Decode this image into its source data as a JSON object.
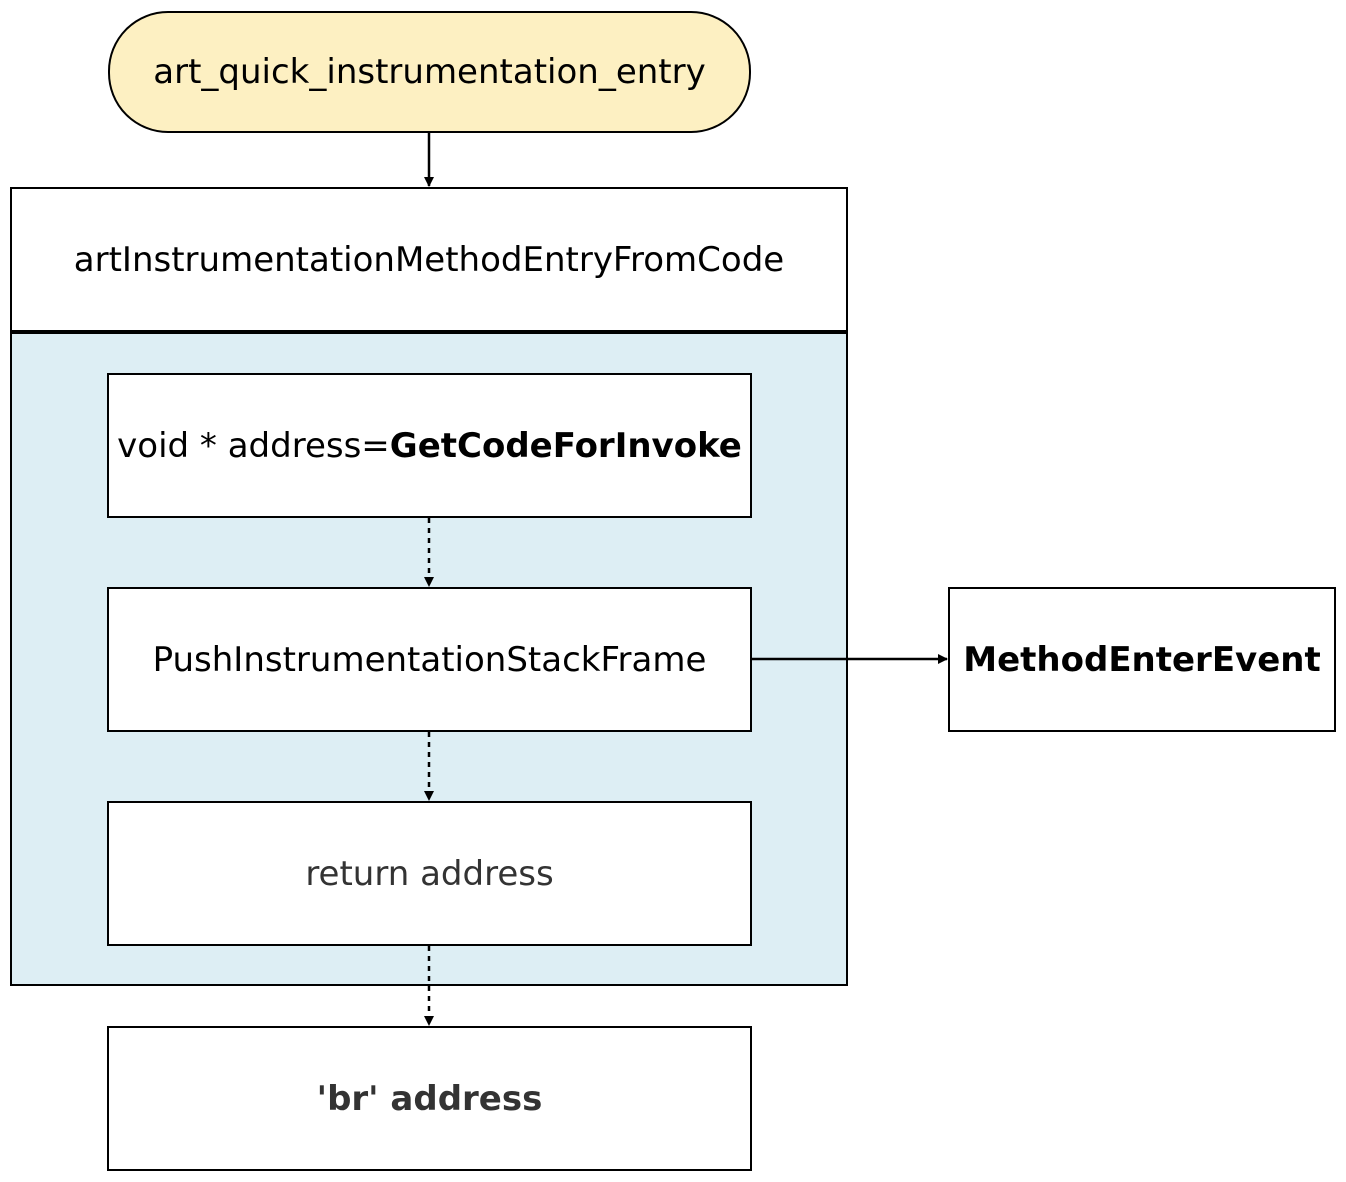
{
  "nodes": {
    "entry": "art_quick_instrumentation_entry",
    "from_code": "artInstrumentationMethodEntryFromCode",
    "get_code_prefix": "void * address=",
    "get_code_call": "GetCodeForInvoke",
    "push_frame": "PushInstrumentationStackFrame",
    "return_address": "return address",
    "br_address": "'br' address",
    "method_enter_event": "MethodEnterEvent"
  },
  "colors": {
    "entry_fill": "#fdf0c2",
    "container_fill": "#ddeef4",
    "stroke": "#000000"
  }
}
